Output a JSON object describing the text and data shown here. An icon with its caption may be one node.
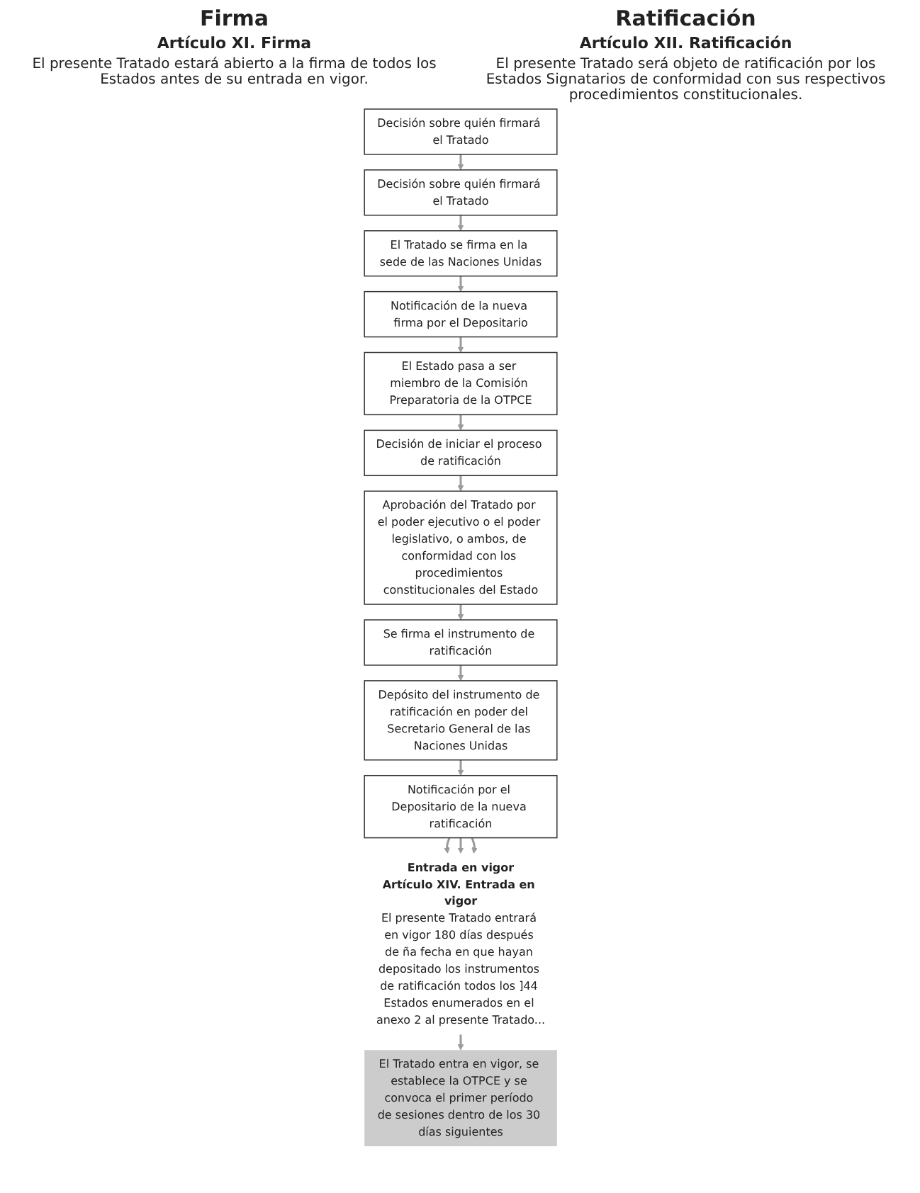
{
  "diagram": {
    "nodes": [
      {
        "text": [
          "Decisión sobre quién firmará el Tratado"
        ]
      },
      {
        "text": [
          "Decisión sobre quién firmará el Tratado"
        ]
      },
      {
        "text": [
          "El Tratado se firma en la sede de las Naciones Unidas"
        ]
      },
      {
        "text": [
          "Notificación de la nueva firma por el Depositario"
        ]
      },
      {
        "text": [
          "El Estado pasa a ser miembro de la Comisión Preparatoria de la OTPCE"
        ]
      },
      {
        "text": [
          "Decisión de iniciar el proceso de ratificación"
        ]
      },
      {
        "text": [
          "Aprobación del Tratado por el poder ejecutivo o el poder legislativo, o ambos, de conformidad con los procedimientos constitucionales del Estado"
        ]
      },
      {
        "text": [
          "Se firma el instrumento de ratificación"
        ]
      },
      {
        "text": [
          "Depósito del instrumento de ratificación en poder del Secretario General de las Naciones Unidas"
        ]
      },
      {
        "text": [
          "Notificación por el Depositario de la nueva ratificación"
        ]
      },
      {
        "text": [
          "Entrada en vigor",
          "Artículo XIV. Entrada en vigor",
          "El presente Tratado entrará en vigor 180 días después de ña fecha en que hayan depositado los instrumentos de ratificación todos los ]44 Estados enumerados en el anexo 2 al presente Tratado..."
        ]
      },
      {
        "text": [
          "El Tratado entra en vigor, se establece la OTPCE y se convoca el primer período de sesiones dentro de los 30 días siguientes"
        ]
      }
    ],
    "edges": [
      {
        "from": 0,
        "to": 1,
        "arrow": "to"
      },
      {
        "from": 1,
        "to": 2,
        "arrow": "to"
      },
      {
        "from": 2,
        "to": 3,
        "arrow": "to"
      },
      {
        "from": 3,
        "to": 4,
        "arrow": "to"
      },
      {
        "from": 4,
        "to": 5,
        "arrow": "to"
      },
      {
        "from": 5,
        "to": 6,
        "arrow": "to"
      },
      {
        "from": 6,
        "to": 7,
        "arrow": "to"
      },
      {
        "from": 7,
        "to": 8,
        "arrow": "to"
      },
      {
        "from": 8,
        "to": 9,
        "arrow": "to"
      },
      {
        "from": 9,
        "to": 10,
        "arrow": "to"
      },
      {
        "from": 9,
        "to": 10,
        "arrow": "to"
      },
      {
        "from": 9,
        "to": 10,
        "arrow": "to"
      },
      {
        "from": 10,
        "to": 11,
        "arrow": "to"
      }
    ],
    "labels": [
      "Firma",
      "Ratificación",
      "Artículo XI. Firma",
      "Artículo XII. Ratificación",
      "El presente Tratado estará abierto a la firma de todos los Estados antes de su entrada en vigor.",
      "El presente Tratado será objeto de ratificación por los Estados Signatarios de conformidad con sus respectivos procedimientos constitucionales."
    ]
  }
}
